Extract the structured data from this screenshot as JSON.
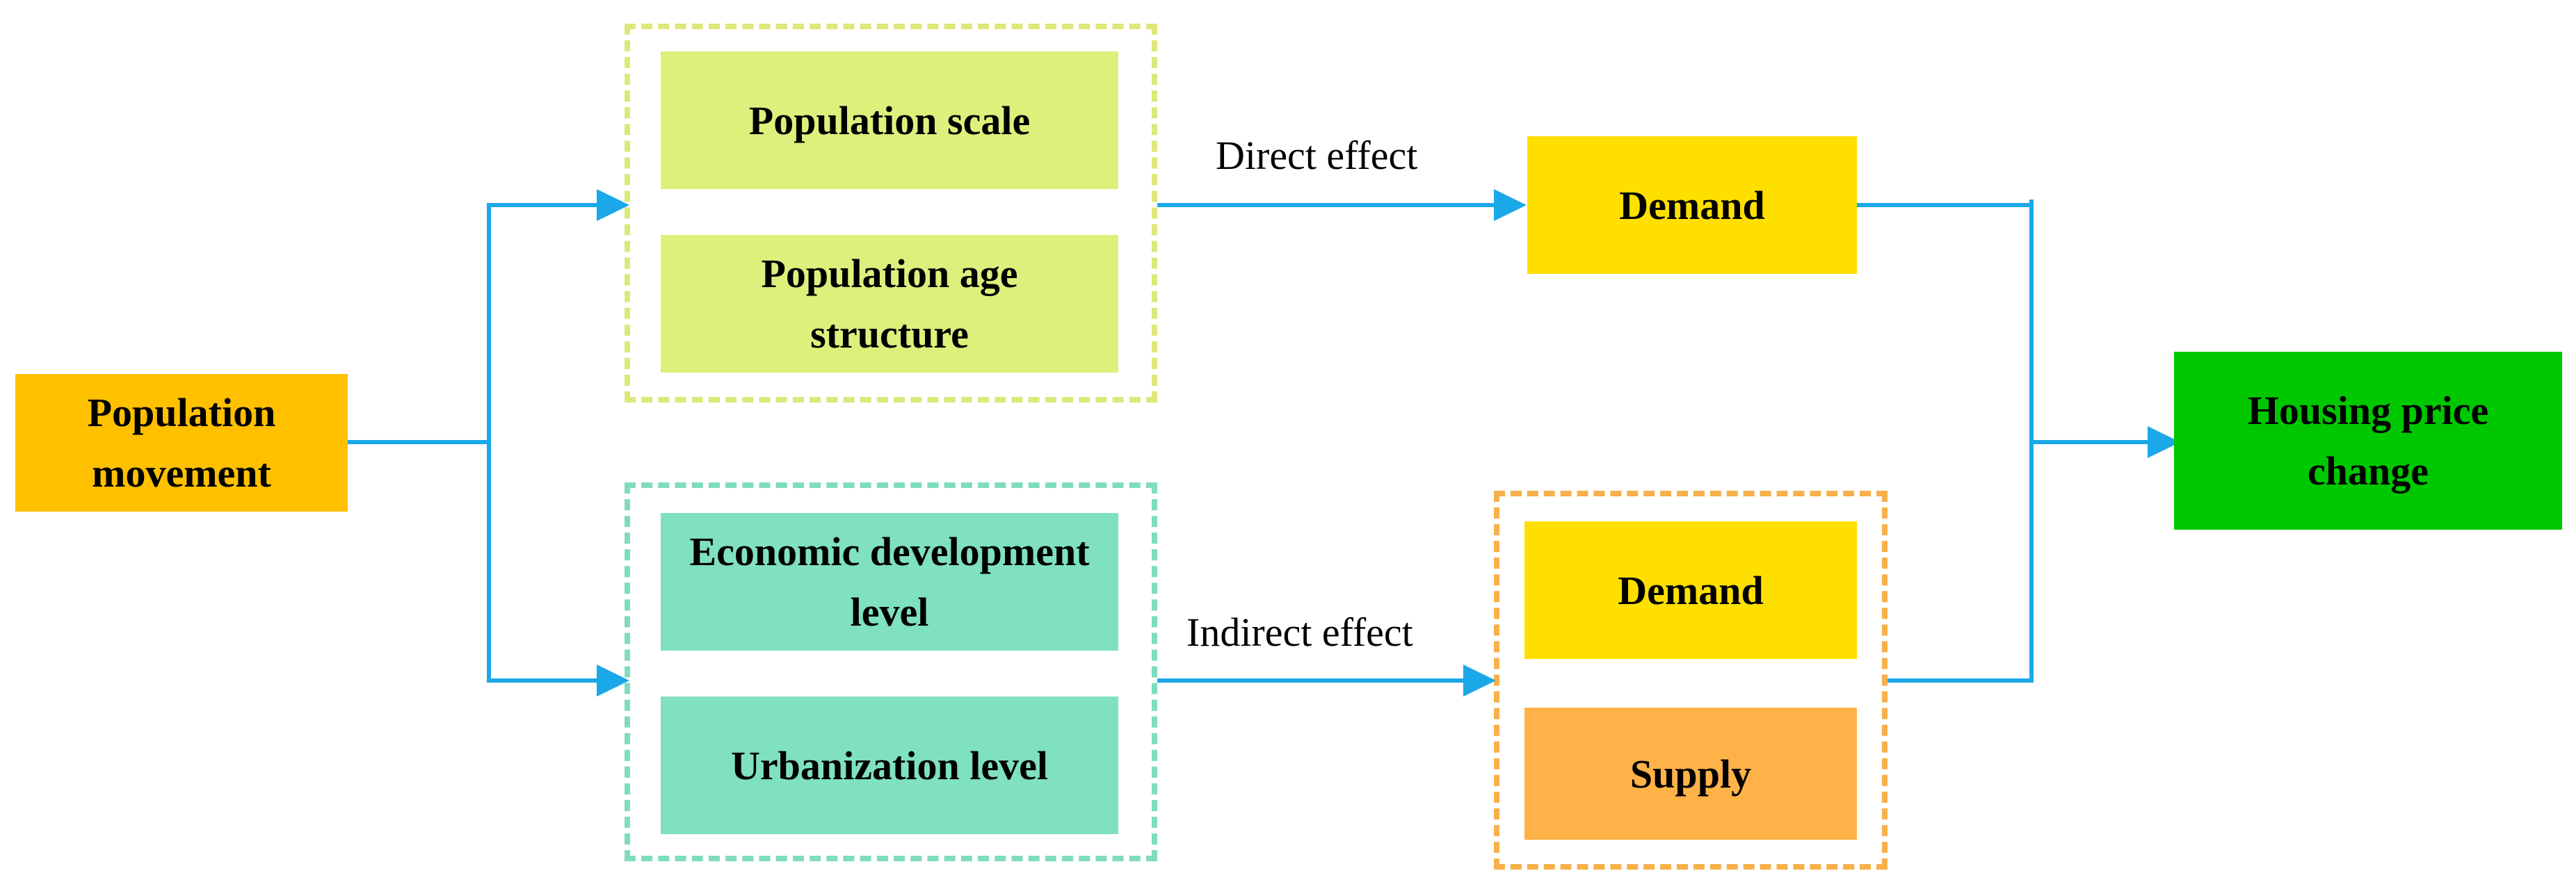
{
  "diagram": {
    "colors": {
      "arrow": "#1aa8e8",
      "population_movement": "#ffc000",
      "population_group_fill": "#dbf17c",
      "population_group_border": "#dde87a",
      "economy_group_fill": "#7fe0c2",
      "economy_group_border": "#7fdcc0",
      "demand": "#ffdf00",
      "supply": "#ffb247",
      "effect_group_border": "#f7b04a",
      "housing_price": "#00c800"
    },
    "nodes": {
      "population_movement": "Population movement",
      "population_scale": "Population scale",
      "population_age_structure": "Population age structure",
      "economic_development_level": "Economic development level",
      "urbanization_level": "Urbanization level",
      "demand_direct": "Demand",
      "demand_indirect": "Demand",
      "supply": "Supply",
      "housing_price_change": "Housing price change"
    },
    "edge_labels": {
      "direct": "Direct effect",
      "indirect": "Indirect effect"
    }
  }
}
